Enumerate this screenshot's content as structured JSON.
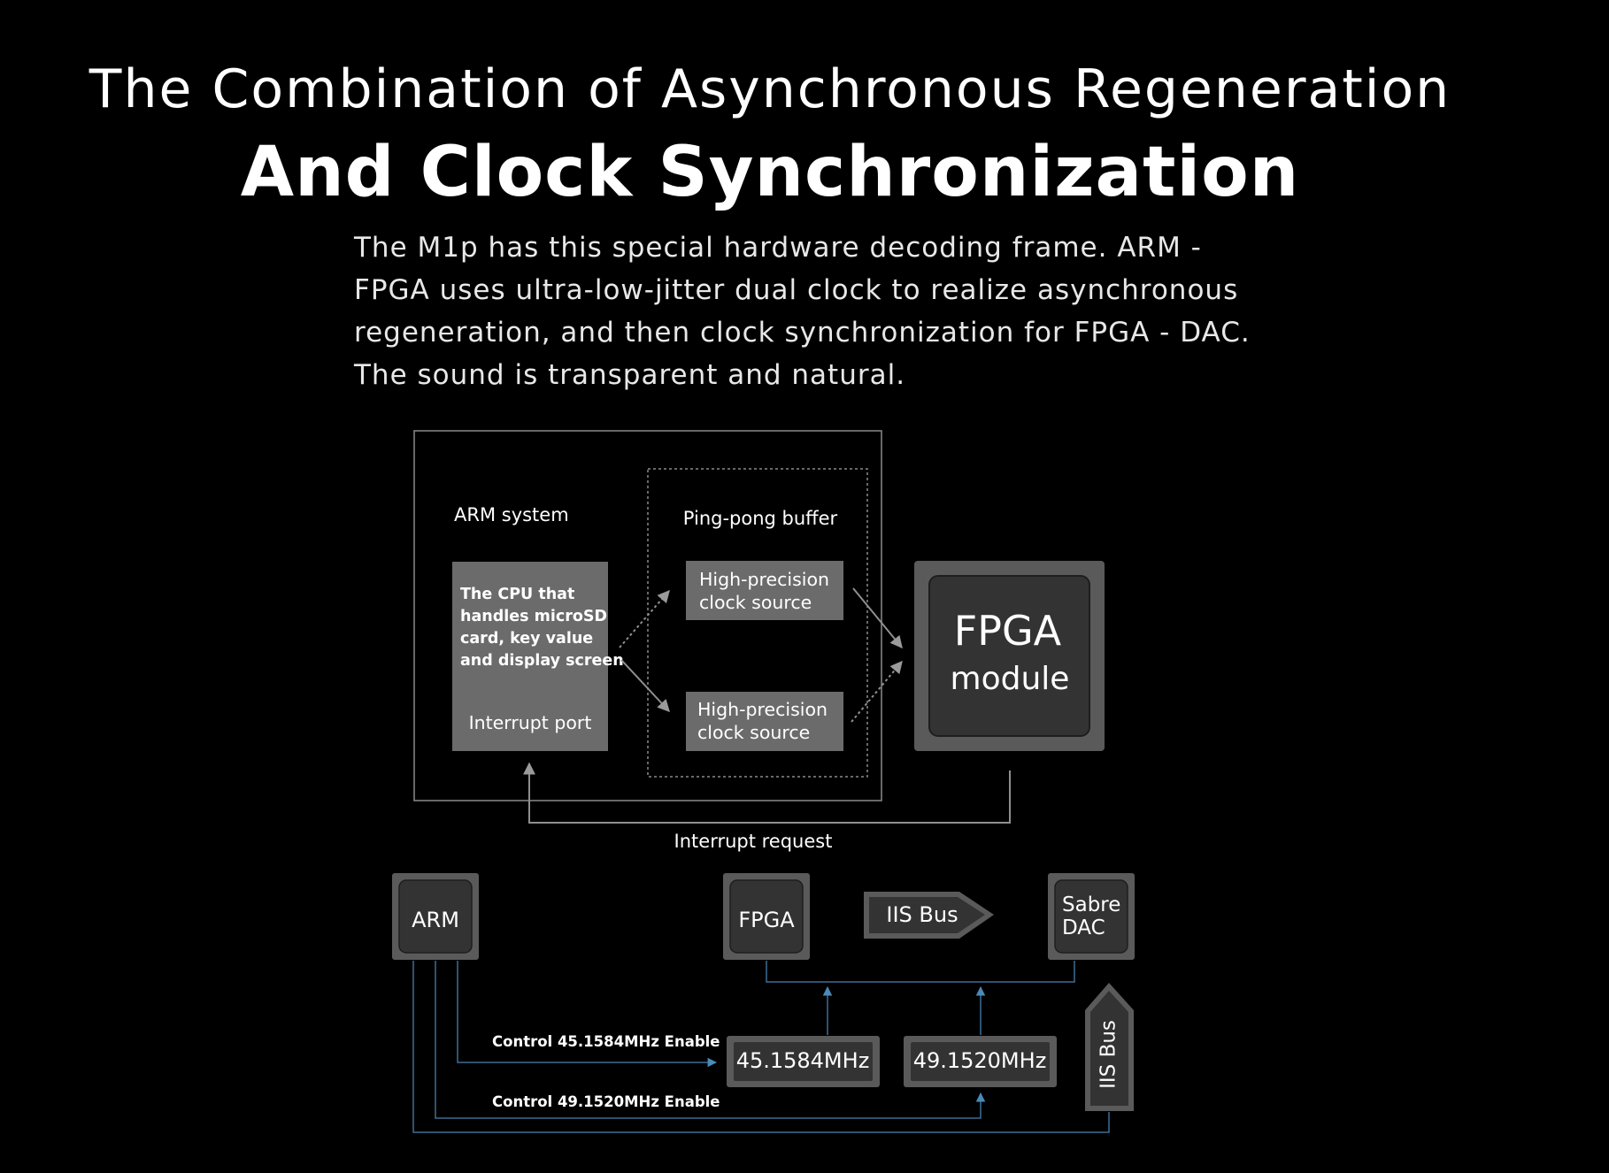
{
  "header": {
    "title_line1": "The Combination of Asynchronous Regeneration",
    "title_line2": "And Clock Synchronization"
  },
  "description": {
    "lines": [
      "The M1p has this special hardware decoding frame. ARM -",
      "FPGA uses ultra-low-jitter dual clock to realize asynchronous",
      "regeneration, and then clock synchronization for FPGA - DAC.",
      "The sound is transparent and natural."
    ]
  },
  "top_diagram": {
    "arm_system_label": "ARM system",
    "cpu_text": [
      "The CPU that",
      "handles microSD",
      "card, key value",
      "and display screen"
    ],
    "interrupt_port": "Interrupt port",
    "pingpong_label": "Ping-pong buffer",
    "clock_source_1": [
      "High-precision",
      "clock source"
    ],
    "clock_source_2": [
      "High-precision",
      "clock source"
    ],
    "fpga_module": [
      "FPGA",
      "module"
    ],
    "interrupt_request": "Interrupt request"
  },
  "bottom_diagram": {
    "arm": "ARM",
    "fpga": "FPGA",
    "iis_bus_h": "IIS Bus",
    "sabre_dac": [
      "Sabre",
      "DAC"
    ],
    "iis_bus_v": "IIS Bus",
    "osc1": "45.1584MHz",
    "osc2": "49.1520MHz",
    "control1": "Control 45.1584MHz Enable",
    "control2": "Control 49.1520MHz Enable"
  },
  "colors": {
    "background": "#000000",
    "box_gray": "#6b6b6b",
    "chip_outer": "#5a5a5a",
    "chip_inner": "#333333",
    "bus_line": "#3d6e95"
  }
}
